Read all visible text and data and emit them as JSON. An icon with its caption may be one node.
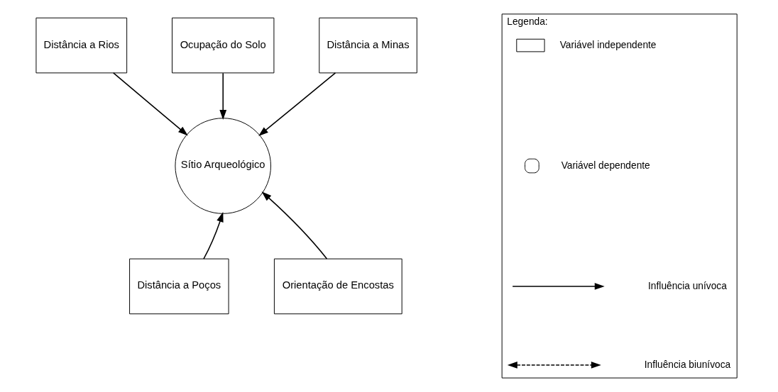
{
  "diagram": {
    "nodes": [
      {
        "text": [
          "Distância a Rios"
        ]
      },
      {
        "text": [
          "Ocupação do Solo"
        ]
      },
      {
        "text": [
          "Distância a Minas"
        ]
      },
      {
        "text": [
          "Sítio Arqueológico"
        ]
      },
      {
        "text": [
          "Distância a Poços"
        ]
      },
      {
        "text": [
          "Orientação de Encostas"
        ]
      },
      {
        "text": [
          "Legenda:"
        ]
      }
    ],
    "edges": [
      {
        "from": 0,
        "to": 3,
        "arrow": "to"
      },
      {
        "from": 1,
        "to": 3,
        "arrow": "to"
      },
      {
        "from": 2,
        "to": 3,
        "arrow": "to"
      },
      {
        "from": 4,
        "to": 3,
        "arrow": "to"
      },
      {
        "from": 5,
        "to": 3,
        "arrow": "to"
      }
    ],
    "legend": [
      {
        "text": "Variável independente"
      },
      {
        "text": "Variável dependente"
      },
      {
        "text": "Influência unívoca"
      },
      {
        "text": "Influência biunívoca"
      }
    ]
  }
}
